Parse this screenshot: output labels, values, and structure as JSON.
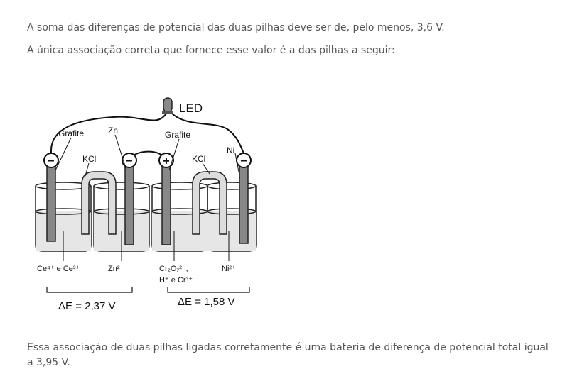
{
  "paragraphs": {
    "p1": "A soma das diferenças de potencial das duas pilhas deve ser de, pelo menos, 3,6 V.",
    "p2": "A única associação correta que fornece esse valor é a das pilhas a seguir:",
    "p3": "Essa associação de duas pilhas ligadas corretamente é uma bateria de diferença de potencial total igual a 3,95 V."
  },
  "figure": {
    "led": "LED",
    "electrodes": {
      "grafite_left": "Grafite",
      "zn": "Zn",
      "grafite_right": "Grafite",
      "ni": "Ni"
    },
    "salt_bridge_left": "KCl",
    "salt_bridge_right": "KCl",
    "signs": {
      "e1": "−",
      "e2": "−",
      "e3": "+",
      "e4": "−"
    },
    "solutions": {
      "s1": "Ce⁴⁺ e Ce³⁺",
      "s2": "Zn²⁺",
      "s3_line1": "Cr₂O₇²⁻,",
      "s3_line2": "H⁺ e Cr³⁺",
      "s4": "Ni²⁺"
    },
    "delta_left": "ΔE = 2,37 V",
    "delta_right": "ΔE = 1,58 V"
  }
}
